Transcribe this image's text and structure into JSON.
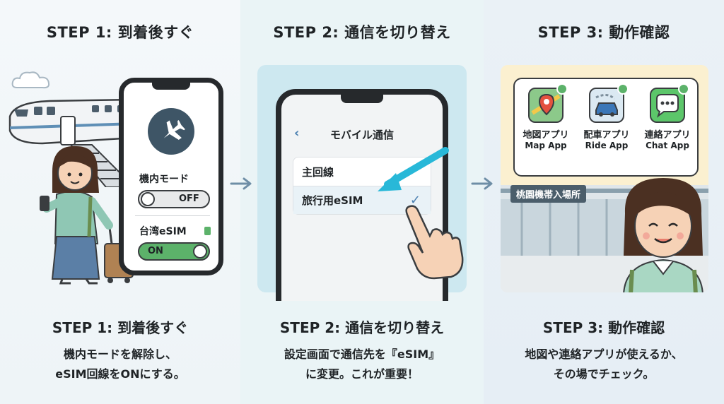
{
  "steps": [
    {
      "heading": "STEP 1: 到着後すぐ",
      "subheading": "STEP 1: 到着後すぐ",
      "desc_line1": "機内モードを解除し、",
      "desc_line2": "eSIM回線をONにする。",
      "phone": {
        "airplane_label": "機内モード",
        "airplane_toggle": "OFF",
        "esim_label": "台湾eSIM",
        "esim_toggle": "ON"
      }
    },
    {
      "heading": "STEP 2: 通信を切り替え",
      "subheading": "STEP 2: 通信を切り替え",
      "desc_line1": "設定画面で通信先を『eSIM』",
      "desc_line2": "に変更。これが重要！",
      "phone": {
        "title": "モバイル通信",
        "lines": [
          "主回線",
          "旅行用eSIM"
        ],
        "selected": "✓"
      }
    },
    {
      "heading": "STEP 3: 動作確認",
      "subheading": "STEP 3: 動作確認",
      "desc_line1": "地図や連絡アプリが使えるか、",
      "desc_line2": "その場でチェック。",
      "sign": "桃園機帯入場所",
      "apps": [
        {
          "name": "地図アプリ",
          "en": "Map App",
          "icon": "map-pin-icon"
        },
        {
          "name": "配車アプリ",
          "en": "Ride App",
          "icon": "car-icon"
        },
        {
          "name": "連絡アプリ",
          "en": "Chat App",
          "icon": "chat-bubble-icon"
        }
      ]
    }
  ],
  "colors": {
    "toggle_on": "#5cb26a",
    "accent_blue": "#4a7fb0",
    "dark": "#26292c",
    "arrow": "#6e8ea6"
  }
}
